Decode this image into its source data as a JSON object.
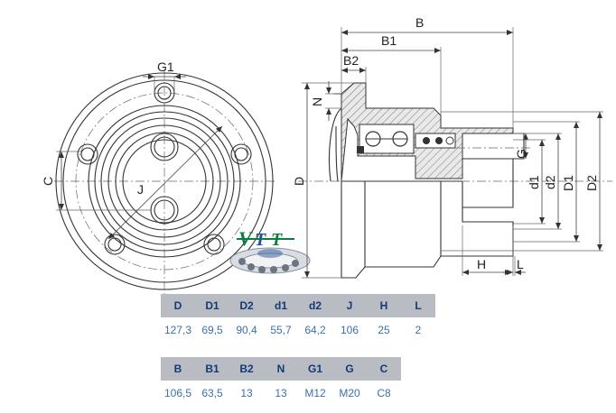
{
  "drawing": {
    "front_view_labels": {
      "g1": "G1",
      "c": "C",
      "j": "J"
    },
    "section_view_labels": {
      "b": "B",
      "b1": "B1",
      "b2": "B2",
      "n": "N",
      "d_big": "D",
      "g": "G",
      "d1": "d1",
      "d2": "d2",
      "D1": "D1",
      "D2": "D2",
      "h": "H",
      "l": "L"
    },
    "logo": {
      "text": "V T T",
      "accent_color": "#0b7d3f",
      "blue_color": "#1f4e9c"
    }
  },
  "table1": {
    "headers": [
      "D",
      "D1",
      "D2",
      "d1",
      "d2",
      "J",
      "H",
      "L"
    ],
    "values": [
      "127,3",
      "69,5",
      "90,4",
      "55,7",
      "64,2",
      "106",
      "25",
      "2"
    ]
  },
  "table2": {
    "headers": [
      "B",
      "B1",
      "B2",
      "N",
      "G1",
      "G",
      "C"
    ],
    "values": [
      "106,5",
      "63,5",
      "13",
      "13",
      "M12",
      "M20",
      "C8"
    ]
  },
  "colors": {
    "header_bg": "#b9bcc2",
    "header_text": "#123a79",
    "value_text": "#3a72a8"
  }
}
